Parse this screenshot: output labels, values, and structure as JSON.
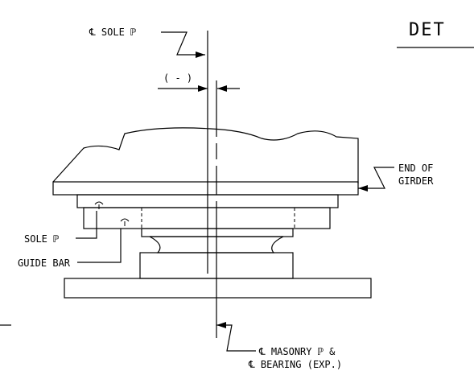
{
  "drawing": {
    "title": "DET",
    "labels": {
      "cl_sole_pl": "℄ SOLE ℙ",
      "dimension": "( - )",
      "end_of_girder_1": "END OF",
      "end_of_girder_2": "GIRDER",
      "sole_pl": "SOLE ℙ",
      "guide_bar": "GUIDE BAR",
      "cl_masonry_1": "℄ MASONRY ℙ &",
      "cl_masonry_2": "℄ BEARING (EXP.)"
    }
  }
}
